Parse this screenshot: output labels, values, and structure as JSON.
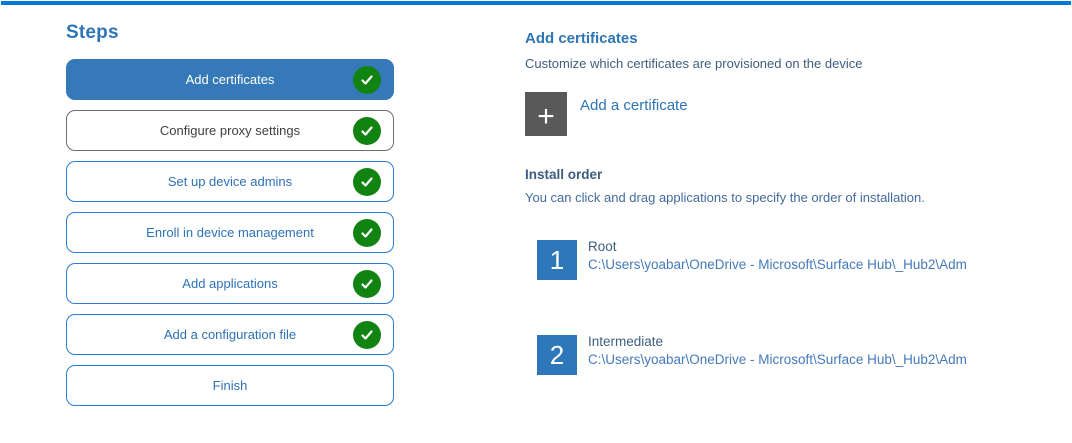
{
  "colors": {
    "top_bar": "#0078d7",
    "selected_step_bg": "#3579b8",
    "step_border": "#2b7cd3",
    "heading_blue": "#2e75b6",
    "body_navy": "#3f5e7e",
    "check_green": "#108310",
    "plus_button_gray": "#595959",
    "number_square_blue": "#2e77b8"
  },
  "icons": {
    "plus": "+",
    "check": "check-mark"
  },
  "sidebar": {
    "title": "Steps",
    "steps": [
      {
        "label": "Add certificates",
        "completed": true,
        "state": "selected"
      },
      {
        "label": "Configure proxy settings",
        "completed": true,
        "state": "hovered"
      },
      {
        "label": "Set up device admins",
        "completed": true,
        "state": "normal"
      },
      {
        "label": "Enroll in device management",
        "completed": true,
        "state": "normal"
      },
      {
        "label": "Add applications",
        "completed": true,
        "state": "normal"
      },
      {
        "label": "Add a configuration file",
        "completed": true,
        "state": "normal"
      },
      {
        "label": "Finish",
        "completed": false,
        "state": "normal"
      }
    ]
  },
  "main": {
    "title": "Add certificates",
    "subtitle": "Customize which certificates are provisioned on the device",
    "add_certificate_label": "Add a certificate",
    "install_order": {
      "title": "Install order",
      "description": "You can click and drag applications to specify the order of installation.",
      "items": [
        {
          "number": "1",
          "name": "Root",
          "path": "C:\\Users\\yoabar\\OneDrive - Microsoft\\Surface Hub\\_Hub2\\Adm"
        },
        {
          "number": "2",
          "name": "Intermediate",
          "path": "C:\\Users\\yoabar\\OneDrive - Microsoft\\Surface Hub\\_Hub2\\Adm"
        }
      ]
    }
  }
}
